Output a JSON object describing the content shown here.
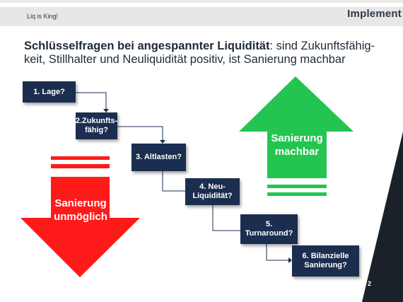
{
  "header": {
    "left_text": "Liq is King!",
    "logo_text": "Implement"
  },
  "title": {
    "bold": "Schlüsselfragen bei angespannter Liquidität",
    "line1_rest": ": sind Zukunftsfähig-",
    "line2": "keit, Stillhalter und Neuliquidität positiv, ist Sanierung machbar"
  },
  "steps": [
    {
      "line1": "1. Lage?",
      "line2": ""
    },
    {
      "line1": "2.Zukunfts-",
      "line2": "fähig?"
    },
    {
      "line1": "3. Altlasten?",
      "line2": ""
    },
    {
      "line1": "4. Neu-",
      "line2": "Liquidität?"
    },
    {
      "line1": "5.",
      "line2": "Turnaround?"
    },
    {
      "line1": "6. Bilanzielle",
      "line2": "Sanierung?"
    }
  ],
  "arrows": {
    "down_label_1": "Sanierung",
    "down_label_2": "unmöglich",
    "up_label_1": "Sanierung",
    "up_label_2": "machbar"
  },
  "colors": {
    "box": "#1c2e4f",
    "red": "#ff1a1a",
    "green": "#23c550"
  },
  "page_number": "2"
}
